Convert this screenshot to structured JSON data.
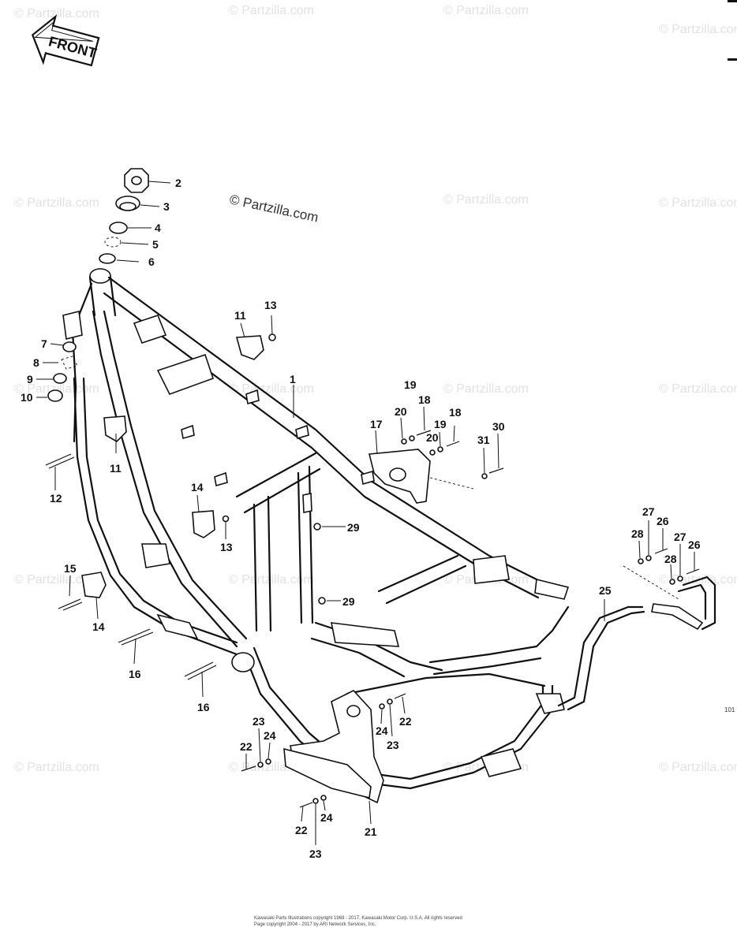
{
  "header": {
    "front_label": "FRONT"
  },
  "watermark": {
    "main": "© Partzilla.com",
    "repeat": "© Partzilla.com"
  },
  "side_code": "101",
  "footer": {
    "line1": "Kawasaki Parts Illustrations copyright 1969 - 2017, Kawasaki Motor Corp. U.S.A. All rights reserved",
    "line2": "Page copyright 2004 - 2017 by ARI Network Services, Inc."
  },
  "callouts": [
    {
      "id": "c1",
      "text": "1"
    },
    {
      "id": "c2",
      "text": "2"
    },
    {
      "id": "c3",
      "text": "3"
    },
    {
      "id": "c4",
      "text": "4"
    },
    {
      "id": "c5",
      "text": "5"
    },
    {
      "id": "c6",
      "text": "6"
    },
    {
      "id": "c7",
      "text": "7"
    },
    {
      "id": "c8",
      "text": "8"
    },
    {
      "id": "c9",
      "text": "9"
    },
    {
      "id": "c10",
      "text": "10"
    },
    {
      "id": "c11a",
      "text": "11"
    },
    {
      "id": "c11b",
      "text": "11"
    },
    {
      "id": "c12",
      "text": "12"
    },
    {
      "id": "c13a",
      "text": "13"
    },
    {
      "id": "c13b",
      "text": "13"
    },
    {
      "id": "c14a",
      "text": "14"
    },
    {
      "id": "c14b",
      "text": "14"
    },
    {
      "id": "c15",
      "text": "15"
    },
    {
      "id": "c16a",
      "text": "16"
    },
    {
      "id": "c16b",
      "text": "16"
    },
    {
      "id": "c17",
      "text": "17"
    },
    {
      "id": "c18a",
      "text": "18"
    },
    {
      "id": "c18b",
      "text": "18"
    },
    {
      "id": "c19a",
      "text": "19"
    },
    {
      "id": "c19b",
      "text": "19"
    },
    {
      "id": "c20a",
      "text": "20"
    },
    {
      "id": "c20b",
      "text": "20"
    },
    {
      "id": "c21",
      "text": "21"
    },
    {
      "id": "c22a",
      "text": "22"
    },
    {
      "id": "c22b",
      "text": "22"
    },
    {
      "id": "c22c",
      "text": "22"
    },
    {
      "id": "c23a",
      "text": "23"
    },
    {
      "id": "c23b",
      "text": "23"
    },
    {
      "id": "c23c",
      "text": "23"
    },
    {
      "id": "c24a",
      "text": "24"
    },
    {
      "id": "c24b",
      "text": "24"
    },
    {
      "id": "c24c",
      "text": "24"
    },
    {
      "id": "c25",
      "text": "25"
    },
    {
      "id": "c26a",
      "text": "26"
    },
    {
      "id": "c26b",
      "text": "26"
    },
    {
      "id": "c27a",
      "text": "27"
    },
    {
      "id": "c27b",
      "text": "27"
    },
    {
      "id": "c28a",
      "text": "28"
    },
    {
      "id": "c28b",
      "text": "28"
    },
    {
      "id": "c29a",
      "text": "29"
    },
    {
      "id": "c29b",
      "text": "29"
    },
    {
      "id": "c30",
      "text": "30"
    },
    {
      "id": "c31",
      "text": "31"
    }
  ]
}
